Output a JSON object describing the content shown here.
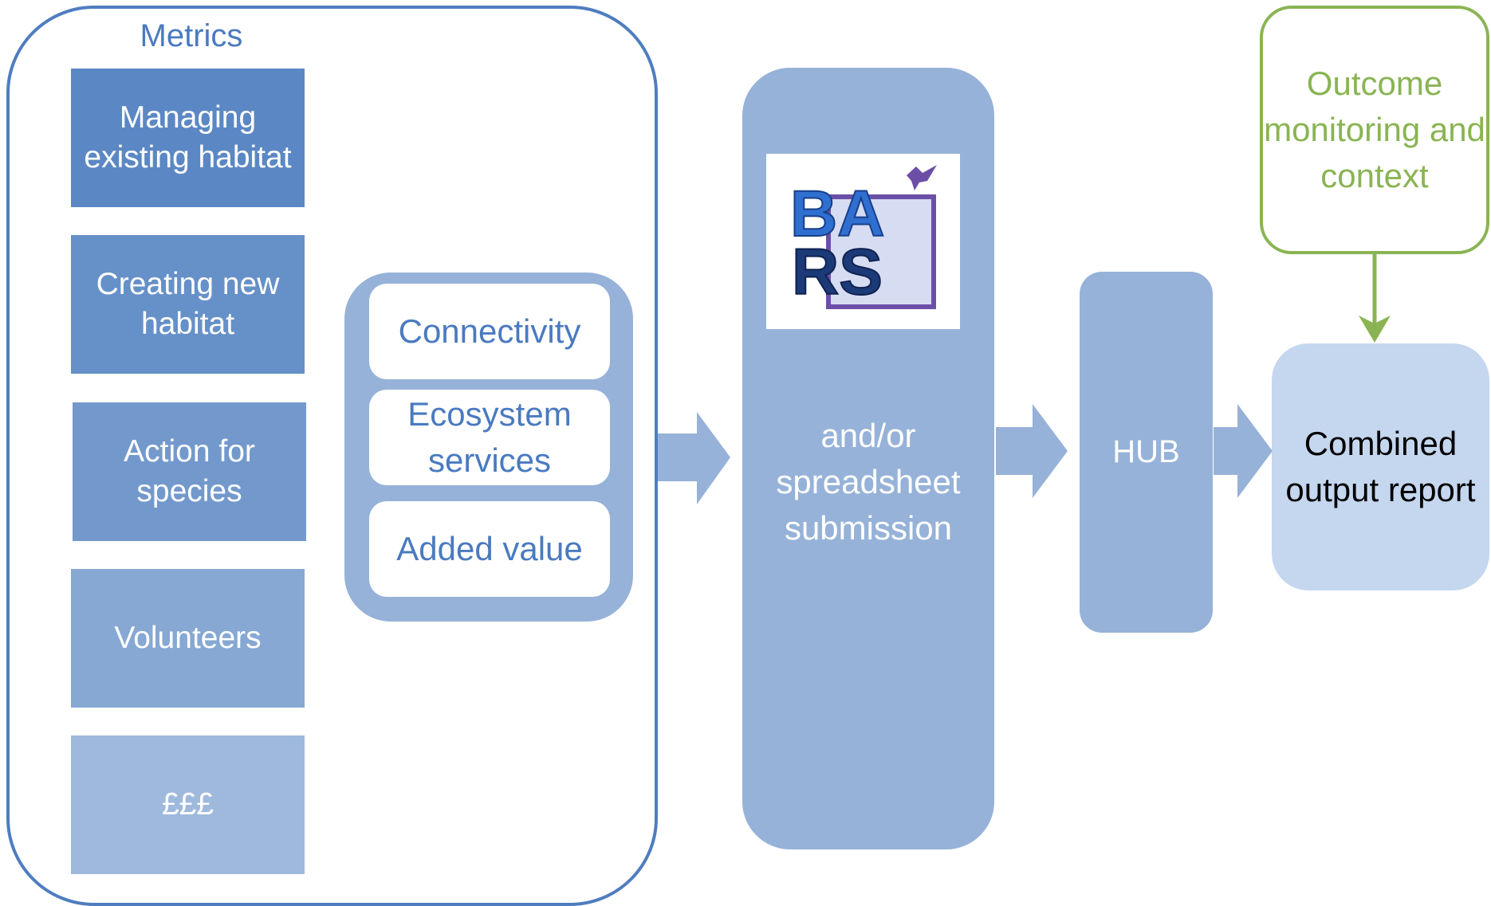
{
  "metrics": {
    "title": "Metrics",
    "items": [
      "Managing existing habitat",
      "Creating new habitat",
      "Action for species",
      "Volunteers",
      "£££"
    ]
  },
  "added": {
    "items": [
      "Connectivity",
      "Ecosystem services",
      "Added value"
    ]
  },
  "bars": {
    "logo_text": "BARS",
    "text": "and/or spreadsheet submission"
  },
  "hub": {
    "label": "HUB"
  },
  "outcome": {
    "label": "Outcome monitoring and context"
  },
  "combined": {
    "label": "Combined output report"
  },
  "colors": {
    "frame_blue": "#4f7dbf",
    "fill_blue": "#96b2d8",
    "text_blue": "#4a7ac0",
    "green": "#8ab453",
    "light_blue": "#c5d7ef"
  }
}
